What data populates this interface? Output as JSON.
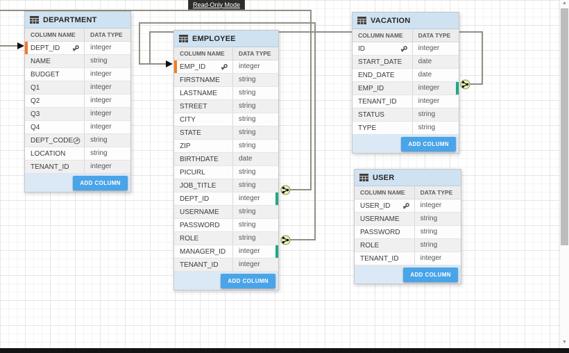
{
  "banner": {
    "label": "Read-Only Mode"
  },
  "colors": {
    "table_header_bg": "#cfe2f1",
    "table_footer_bg": "#dbe9f6",
    "add_button_bg": "#4aa4e8",
    "pk_target_marker": "#f47b20",
    "fk_marker": "#1fa982",
    "relationship_line": "#8f9082",
    "connector_fill": "#e8f2b8"
  },
  "tables": [
    {
      "name": "DEPARTMENT",
      "col_headers": [
        "COLUMN NAME",
        "DATA TYPE"
      ],
      "add_button_label": "ADD COLUMN",
      "rows": [
        {
          "name": "DEPT_ID",
          "type": "integer",
          "pk": true,
          "target": true
        },
        {
          "name": "NAME",
          "type": "string"
        },
        {
          "name": "BUDGET",
          "type": "integer"
        },
        {
          "name": "Q1",
          "type": "integer"
        },
        {
          "name": "Q2",
          "type": "integer"
        },
        {
          "name": "Q3",
          "type": "integer"
        },
        {
          "name": "Q4",
          "type": "integer"
        },
        {
          "name": "DEPT_CODE",
          "type": "string",
          "derived": true
        },
        {
          "name": "LOCATION",
          "type": "string"
        },
        {
          "name": "TENANT_ID",
          "type": "integer"
        }
      ]
    },
    {
      "name": "EMPLOYEE",
      "col_headers": [
        "COLUMN NAME",
        "DATA TYPE"
      ],
      "add_button_label": "ADD COLUMN",
      "rows": [
        {
          "name": "EMP_ID",
          "type": "integer",
          "pk": true,
          "target": true
        },
        {
          "name": "FIRSTNAME",
          "type": "string"
        },
        {
          "name": "LASTNAME",
          "type": "string"
        },
        {
          "name": "STREET",
          "type": "string"
        },
        {
          "name": "CITY",
          "type": "string"
        },
        {
          "name": "STATE",
          "type": "string"
        },
        {
          "name": "ZIP",
          "type": "string"
        },
        {
          "name": "BIRTHDATE",
          "type": "date"
        },
        {
          "name": "PICURL",
          "type": "string"
        },
        {
          "name": "JOB_TITLE",
          "type": "string"
        },
        {
          "name": "DEPT_ID",
          "type": "integer",
          "fk": true
        },
        {
          "name": "USERNAME",
          "type": "string"
        },
        {
          "name": "PASSWORD",
          "type": "string"
        },
        {
          "name": "ROLE",
          "type": "string"
        },
        {
          "name": "MANAGER_ID",
          "type": "integer",
          "fk": true
        },
        {
          "name": "TENANT_ID",
          "type": "integer"
        }
      ]
    },
    {
      "name": "VACATION",
      "col_headers": [
        "COLUMN NAME",
        "DATA TYPE"
      ],
      "add_button_label": "ADD COLUMN",
      "rows": [
        {
          "name": "ID",
          "type": "integer",
          "pk": true
        },
        {
          "name": "START_DATE",
          "type": "date"
        },
        {
          "name": "END_DATE",
          "type": "date"
        },
        {
          "name": "EMP_ID",
          "type": "integer",
          "fk": true
        },
        {
          "name": "TENANT_ID",
          "type": "integer"
        },
        {
          "name": "STATUS",
          "type": "string"
        },
        {
          "name": "TYPE",
          "type": "string"
        }
      ]
    },
    {
      "name": "USER",
      "col_headers": [
        "COLUMN NAME",
        "DATA TYPE"
      ],
      "add_button_label": "ADD COLUMN",
      "rows": [
        {
          "name": "USER_ID",
          "type": "integer",
          "pk": true
        },
        {
          "name": "USERNAME",
          "type": "string"
        },
        {
          "name": "PASSWORD",
          "type": "string"
        },
        {
          "name": "ROLE",
          "type": "string"
        },
        {
          "name": "TENANT_ID",
          "type": "integer"
        }
      ]
    }
  ],
  "relationships": [
    {
      "from": "EMPLOYEE.DEPT_ID",
      "to": "DEPARTMENT.DEPT_ID"
    },
    {
      "from": "EMPLOYEE.MANAGER_ID",
      "to": "EMPLOYEE.EMP_ID"
    },
    {
      "from": "VACATION.EMP_ID",
      "to": "EMPLOYEE.EMP_ID"
    }
  ]
}
